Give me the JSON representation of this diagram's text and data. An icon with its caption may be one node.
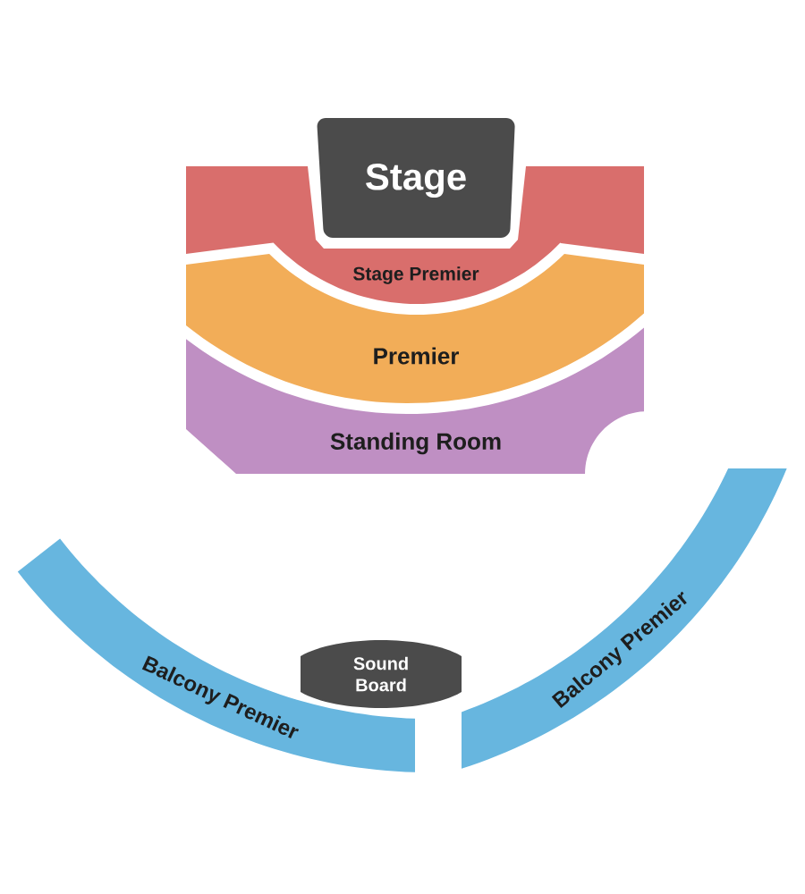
{
  "diagram": {
    "nodes": [
      {
        "text": [
          "Stage"
        ]
      },
      {
        "text": [
          "Stage Premier"
        ]
      },
      {
        "text": [
          "Premier"
        ]
      },
      {
        "text": [
          "Standing Room"
        ]
      },
      {
        "text": [
          "Balcony Premier"
        ]
      },
      {
        "text": [
          "Sound Board"
        ]
      },
      {
        "text": [
          "Balcony Premier"
        ]
      }
    ]
  }
}
